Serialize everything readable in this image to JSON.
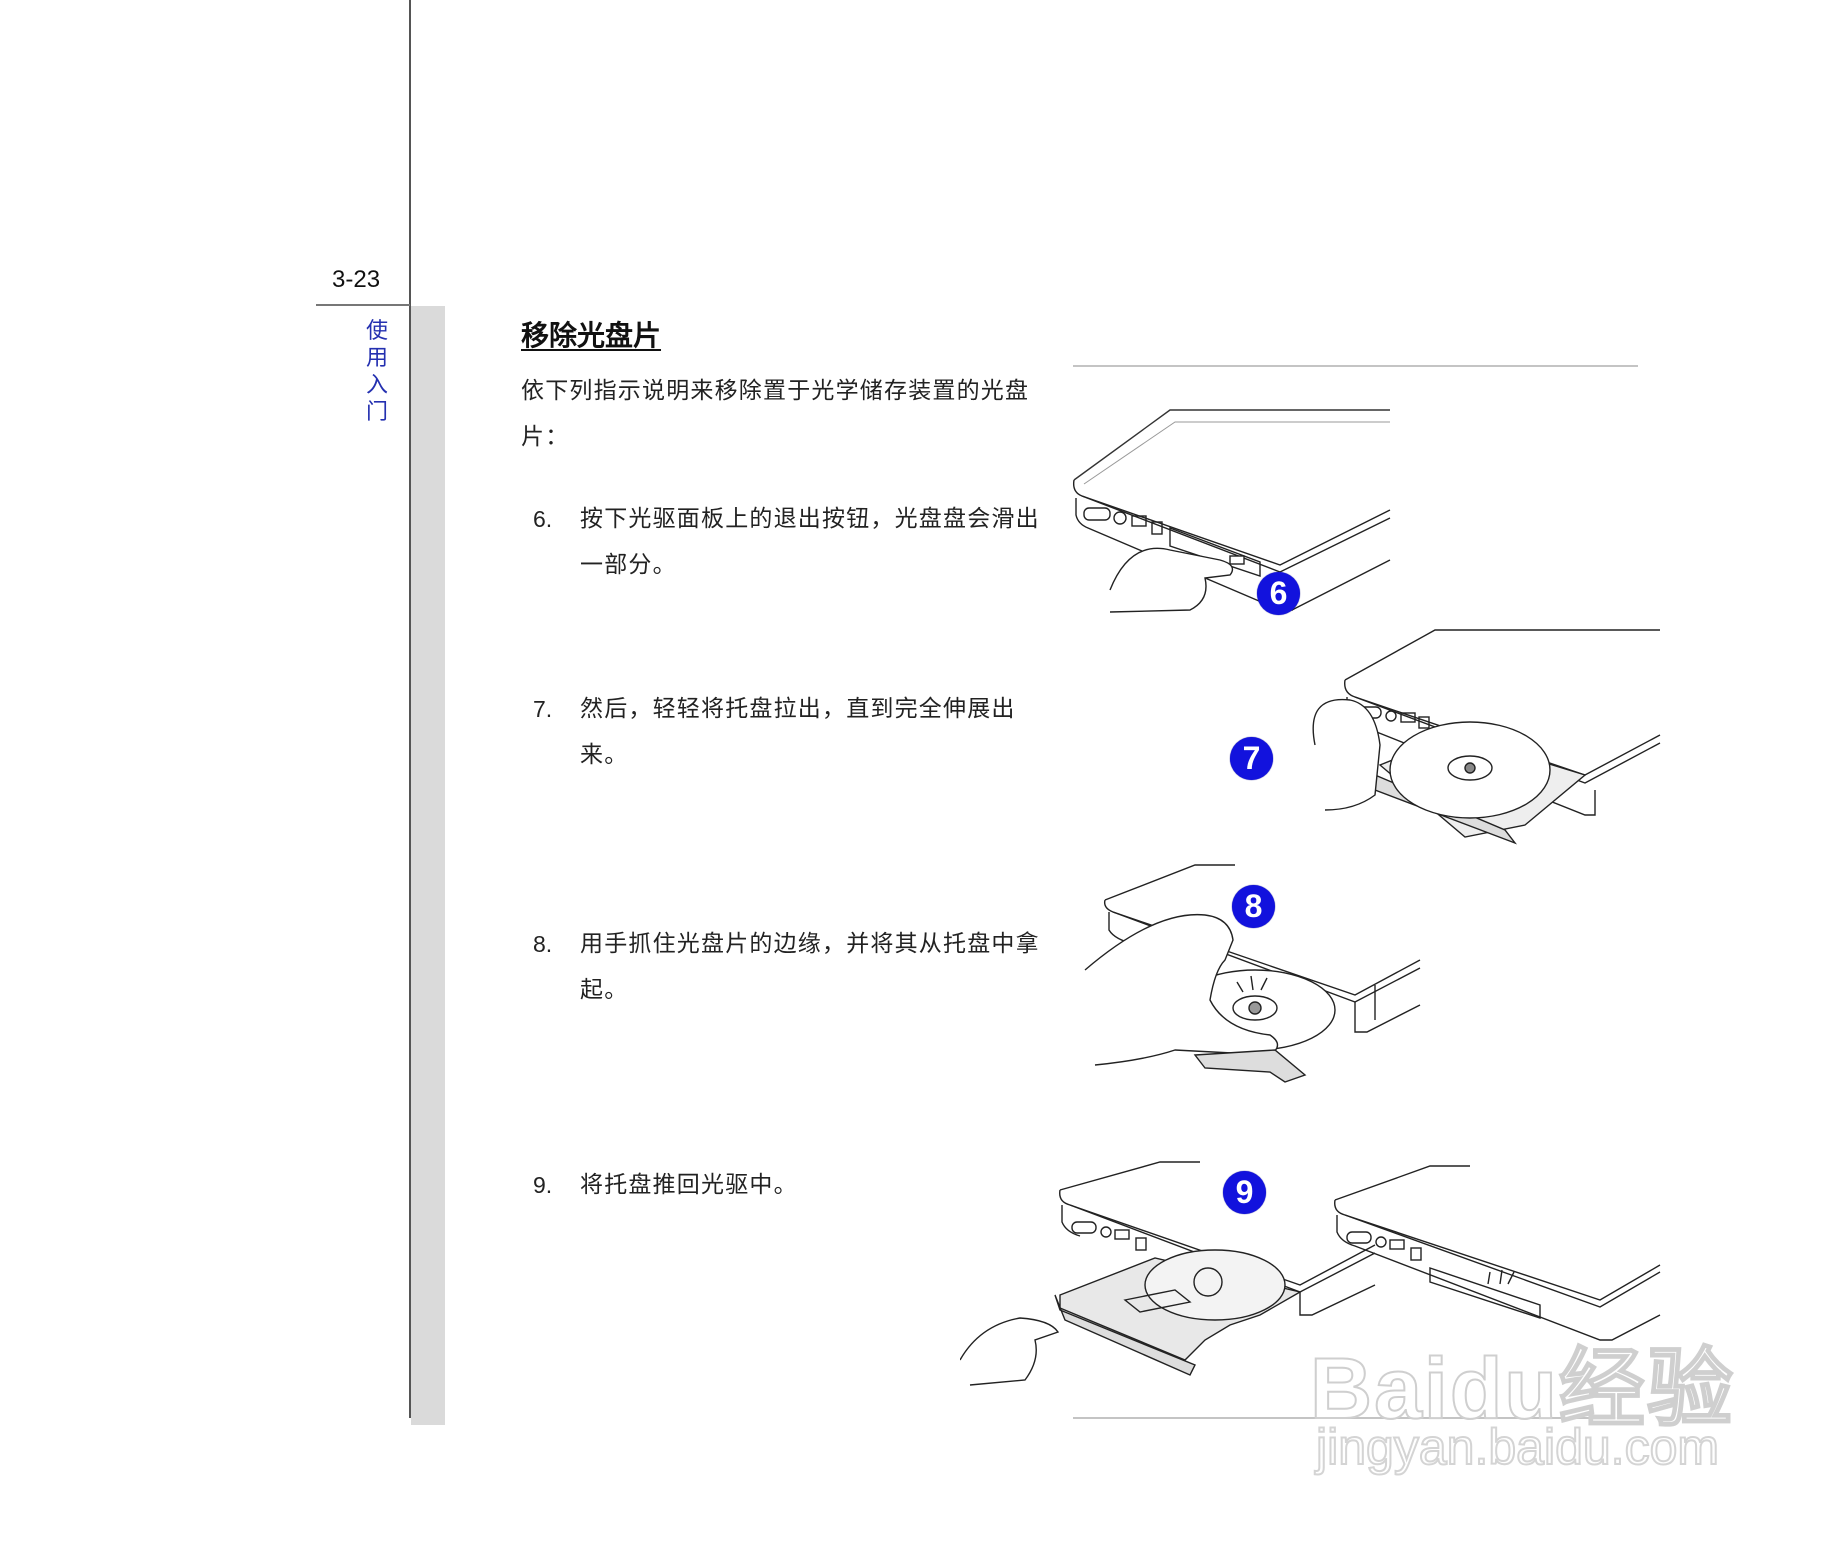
{
  "page": {
    "number": "3-23",
    "chapter_vertical": [
      "使",
      "用",
      "入",
      "门"
    ]
  },
  "section": {
    "title": "移除光盘片",
    "intro": "依下列指示说明来移除置于光学储存装置的光盘片："
  },
  "steps": [
    {
      "number": "6.",
      "text": "按下光驱面板上的退出按钮，光盘盘会滑出一部分。",
      "badge": "6"
    },
    {
      "number": "7.",
      "text": "然后，轻轻将托盘拉出，直到完全伸展出来。",
      "badge": "7"
    },
    {
      "number": "8.",
      "text": "用手抓住光盘片的边缘，并将其从托盘中拿起。",
      "badge": "8"
    },
    {
      "number": "9.",
      "text": "将托盘推回光驱中。",
      "badge": "9"
    }
  ],
  "colors": {
    "badge_blue": "#1212dd",
    "chapter_blue": "#2430b0",
    "sidebar_gray": "#dadada"
  },
  "watermark": {
    "logo": "Baidu经验",
    "url": "jingyan.baidu.com"
  }
}
